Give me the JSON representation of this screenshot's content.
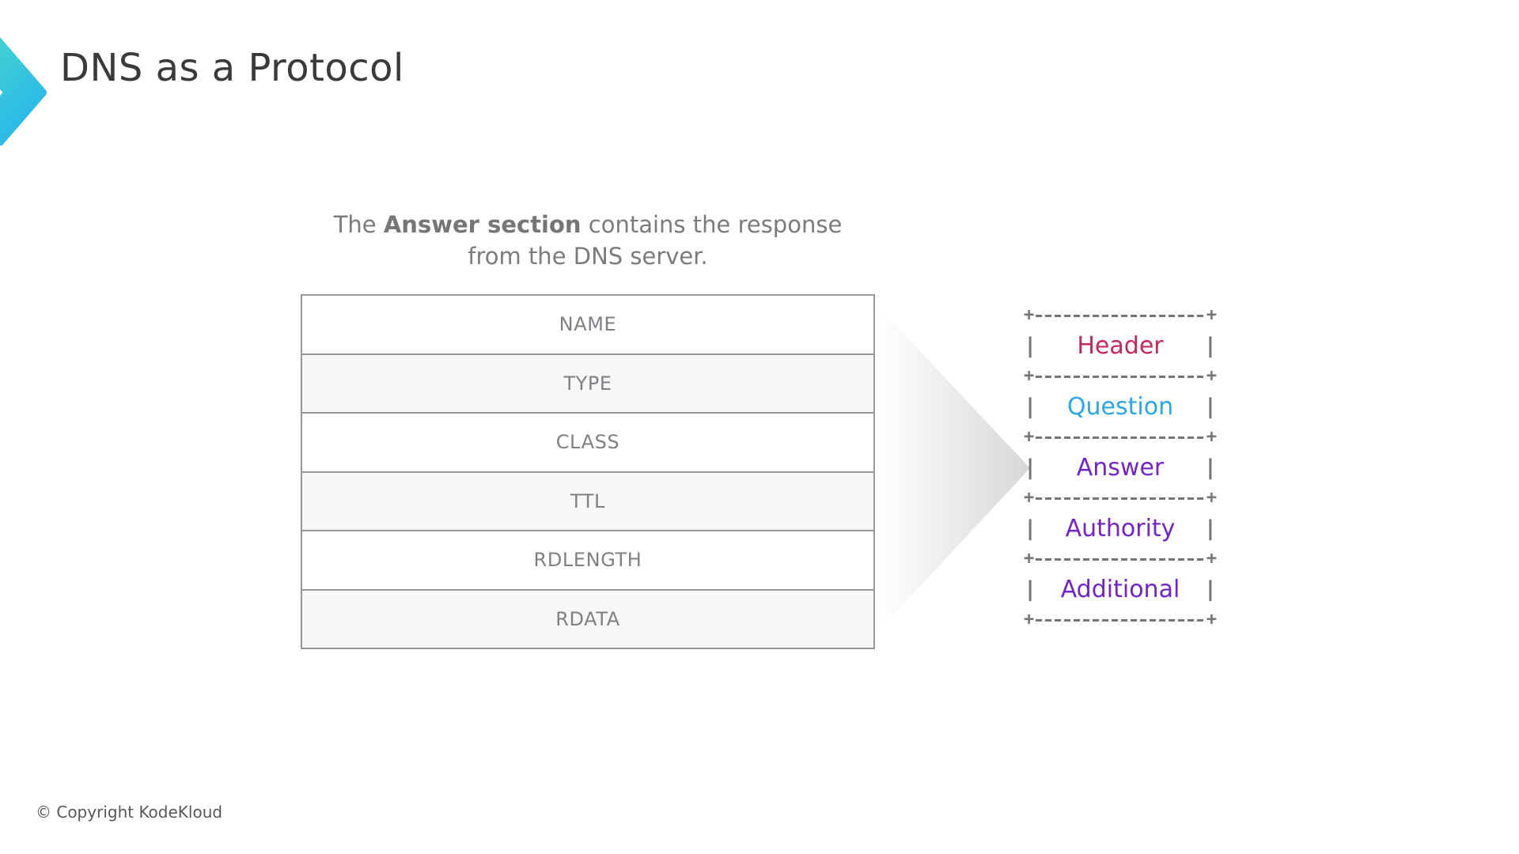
{
  "slide": {
    "title": "DNS as a Protocol",
    "description": {
      "prefix": "The ",
      "highlight": "Answer section",
      "suffix": " contains the response from the DNS server."
    },
    "copyright": "© Copyright KodeKloud"
  },
  "logo": {
    "name": "kodekloud-chevron",
    "gradient_top": "#48ddc7",
    "gradient_bottom": "#28b3ee"
  },
  "record_fields": {
    "rows": [
      "NAME",
      "TYPE",
      "CLASS",
      "TTL",
      "RDLENGTH",
      "RDATA"
    ]
  },
  "message_sections": {
    "corner_glyph": "+",
    "pipe_glyph": "|",
    "items": [
      {
        "label": "Header",
        "color": "#c62957"
      },
      {
        "label": "Question",
        "color": "#2aa6e0"
      },
      {
        "label": "Answer",
        "color": "#7124c8"
      },
      {
        "label": "Authority",
        "color": "#7124c8"
      },
      {
        "label": "Additional",
        "color": "#7124c8"
      }
    ]
  },
  "colors": {
    "title_text": "#3a3a3a",
    "body_text": "#7b7b7b",
    "table_border": "#97979b",
    "table_text": "#7e8085",
    "table_alt_row_bg": "#f7f7f8",
    "ascii_frame": "#757575",
    "arrow_gradient_start": "#ffffff",
    "arrow_gradient_end": "#d7d7d9",
    "copyright_text": "#58585c"
  }
}
